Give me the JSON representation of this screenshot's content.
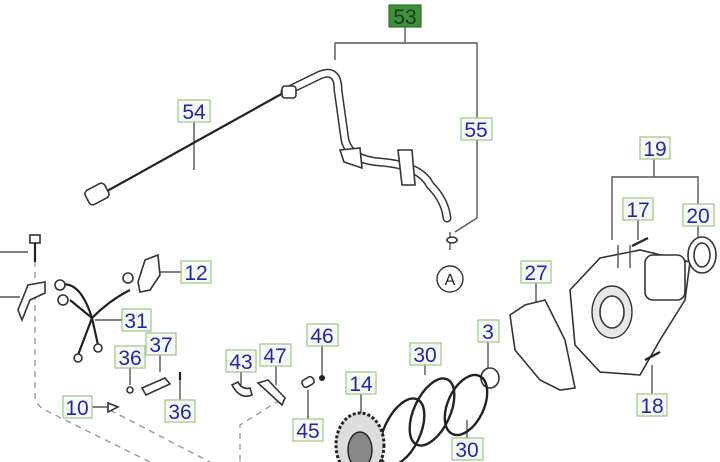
{
  "diagram": {
    "selected_part": "53",
    "callouts": {
      "p53": "53",
      "p54": "54",
      "p55": "55",
      "p19": "19",
      "p17": "17",
      "p20": "20",
      "p12": "12",
      "p31": "31",
      "p27": "27",
      "p3": "3",
      "p30a": "30",
      "p30b": "30",
      "p46": "46",
      "p43": "43",
      "p47": "47",
      "p37": "37",
      "p36a": "36",
      "p36b": "36",
      "p10": "10",
      "p45": "45",
      "p14": "14",
      "p18": "18"
    },
    "reference_marker": "A"
  }
}
